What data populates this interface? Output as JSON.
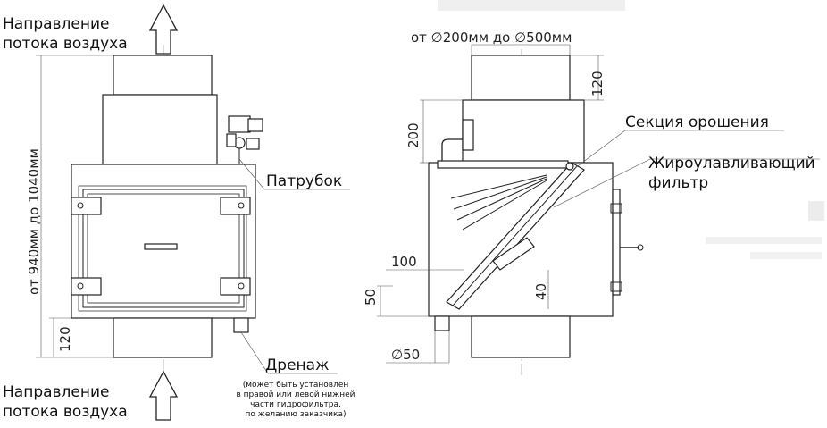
{
  "left_view": {
    "airflow_top": [
      "Направление",
      "потока воздуха"
    ],
    "airflow_bottom": [
      "Направление",
      "потока воздуха"
    ],
    "height_dim": "от 940мм до 1040мм",
    "dim_120": "120",
    "nozzle_label": "Патрубок",
    "drain_label": "Дренаж",
    "drain_note": [
      "(может быть установлен",
      "в правой или левой нижней",
      "части гидрофильтра,",
      "по желанию заказчика)"
    ]
  },
  "right_view": {
    "diameter_range": "от ∅200мм до ∅500мм",
    "dim_120": "120",
    "dim_200": "200",
    "dim_100": "100",
    "dim_50": "50",
    "dim_40": "40",
    "dim_d50": "∅50",
    "irrigation_label": "Секция орошения",
    "filter_label": [
      "Жироулавливающий",
      "фильтр"
    ]
  }
}
